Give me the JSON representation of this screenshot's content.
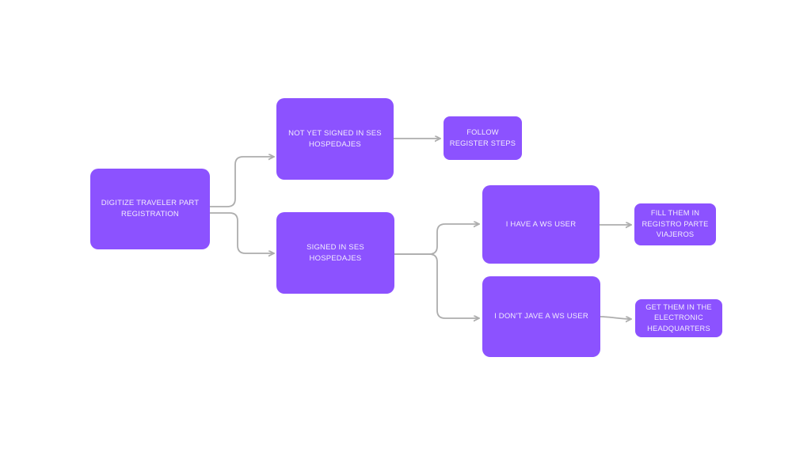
{
  "diagram": {
    "type": "flowchart",
    "nodes": [
      {
        "id": "digitize-traveler-part-registration",
        "label": "DIGITIZE TRAVELER PART REGISTRATION"
      },
      {
        "id": "not-yet-signed-in-ses-hospedajes",
        "label": "NOT YET SIGNED IN SES HOSPEDAJES"
      },
      {
        "id": "follow-register-steps",
        "label": "FOLLOW REGISTER STEPS"
      },
      {
        "id": "signed-in-ses-hospedajes",
        "label": "SIGNED IN SES HOSPEDAJES"
      },
      {
        "id": "i-have-a-ws-user",
        "label": "I HAVE A WS USER"
      },
      {
        "id": "fill-them-in-registro-parte-viajeros",
        "label": "FILL THEM IN REGISTRO PARTE VIAJEROS"
      },
      {
        "id": "i-dont-jave-a-ws-user",
        "label": "I DON'T JAVE A WS USER"
      },
      {
        "id": "get-them-in-the-electronic-headquarters",
        "label": "GET THEM IN THE ELECTRONIC HEADQUARTERS"
      }
    ],
    "edges": [
      {
        "from": "digitize-traveler-part-registration",
        "to": "not-yet-signed-in-ses-hospedajes"
      },
      {
        "from": "digitize-traveler-part-registration",
        "to": "signed-in-ses-hospedajes"
      },
      {
        "from": "not-yet-signed-in-ses-hospedajes",
        "to": "follow-register-steps"
      },
      {
        "from": "signed-in-ses-hospedajes",
        "to": "i-have-a-ws-user"
      },
      {
        "from": "signed-in-ses-hospedajes",
        "to": "i-dont-jave-a-ws-user"
      },
      {
        "from": "i-have-a-ws-user",
        "to": "fill-them-in-registro-parte-viajeros"
      },
      {
        "from": "i-dont-jave-a-ws-user",
        "to": "get-them-in-the-electronic-headquarters"
      }
    ],
    "colors": {
      "node_fill": "#8C52FF",
      "node_text": "#F2ECFC",
      "connector": "#ADADAD",
      "background": "#FFFFFF"
    }
  }
}
